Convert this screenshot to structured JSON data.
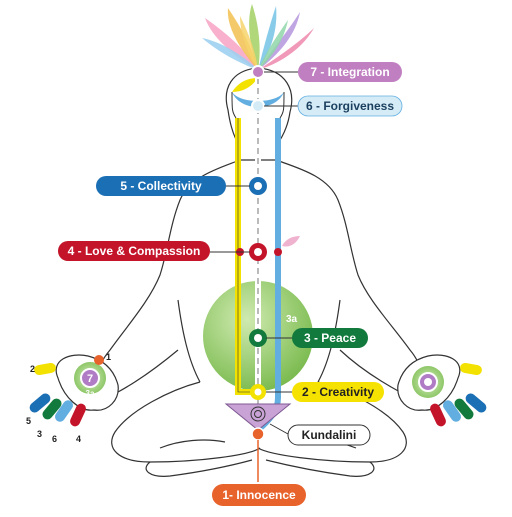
{
  "labels": {
    "integration": "7 - Integration",
    "forgiveness": "6 - Forgiveness",
    "collectivity": "5 - Collectivity",
    "love": "4 - Love & Compassion",
    "peace": "3 - Peace",
    "creativity": "2 - Creativity",
    "kundalini": "Kundalini",
    "innocence": "1- Innocence",
    "void_marker": "3a",
    "left_palm_center": "7",
    "left_palm_sub": "3a"
  },
  "fingers": {
    "f1": "1",
    "f2": "2",
    "f3": "3",
    "f4": "4",
    "f5": "5",
    "f6": "6"
  },
  "colors": {
    "integration": "#c07fc0",
    "forgiveness": "#d5ecf7",
    "collectivity": "#1b6fb5",
    "love": "#c4142a",
    "peace": "#127a3c",
    "creativity": "#f6e200",
    "innocence": "#e8622b",
    "void": "#8fcc5a",
    "channel_left": "#f3e100",
    "channel_right": "#62aee0"
  }
}
